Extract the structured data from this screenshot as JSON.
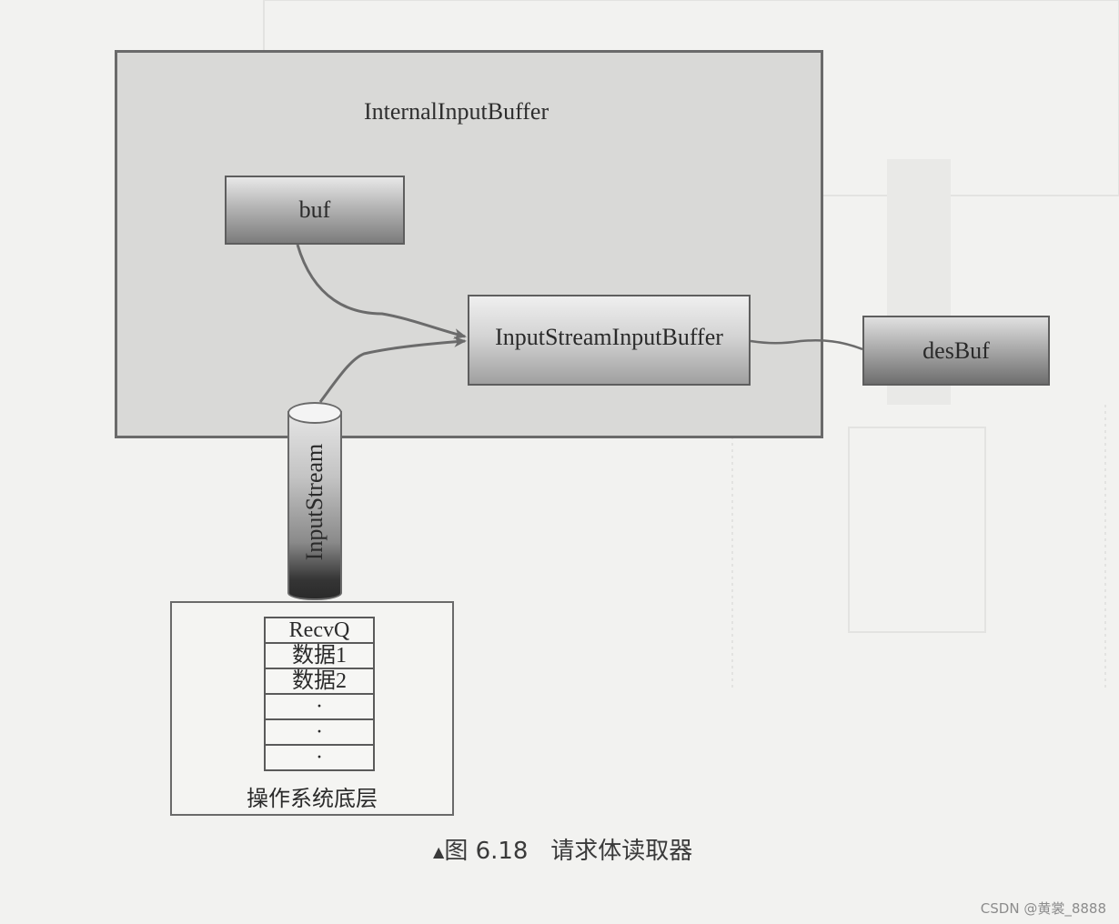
{
  "figure": {
    "container": {
      "label": "InternalInputBuffer"
    },
    "nodes": {
      "buf": {
        "label": "buf"
      },
      "input_stream_input_buffer": {
        "label": "InputStreamInputBuffer"
      },
      "des_buf": {
        "label": "desBuf"
      },
      "input_stream": {
        "label": "InputStream",
        "shape": "cylinder"
      }
    },
    "os_layer": {
      "label": "操作系统底层",
      "queue": [
        "RecvQ",
        "数据1",
        "数据2",
        "·",
        "·",
        "·"
      ]
    },
    "edges": [
      {
        "from": "buf",
        "to": "InputStreamInputBuffer",
        "arrow": true
      },
      {
        "from": "InputStream",
        "to": "InputStreamInputBuffer",
        "arrow": true
      },
      {
        "from": "InputStreamInputBuffer",
        "to": "desBuf",
        "arrow": false
      }
    ],
    "caption": {
      "marker": "▲",
      "number": "图 6.18",
      "title": "请求体读取器"
    }
  },
  "watermark": "CSDN @黄裳_8888",
  "colors": {
    "page_bg": "#f2f2f0",
    "container_bg": "#d9d9d7",
    "border": "#6a6a6a",
    "edge": "#6b6b6b"
  }
}
